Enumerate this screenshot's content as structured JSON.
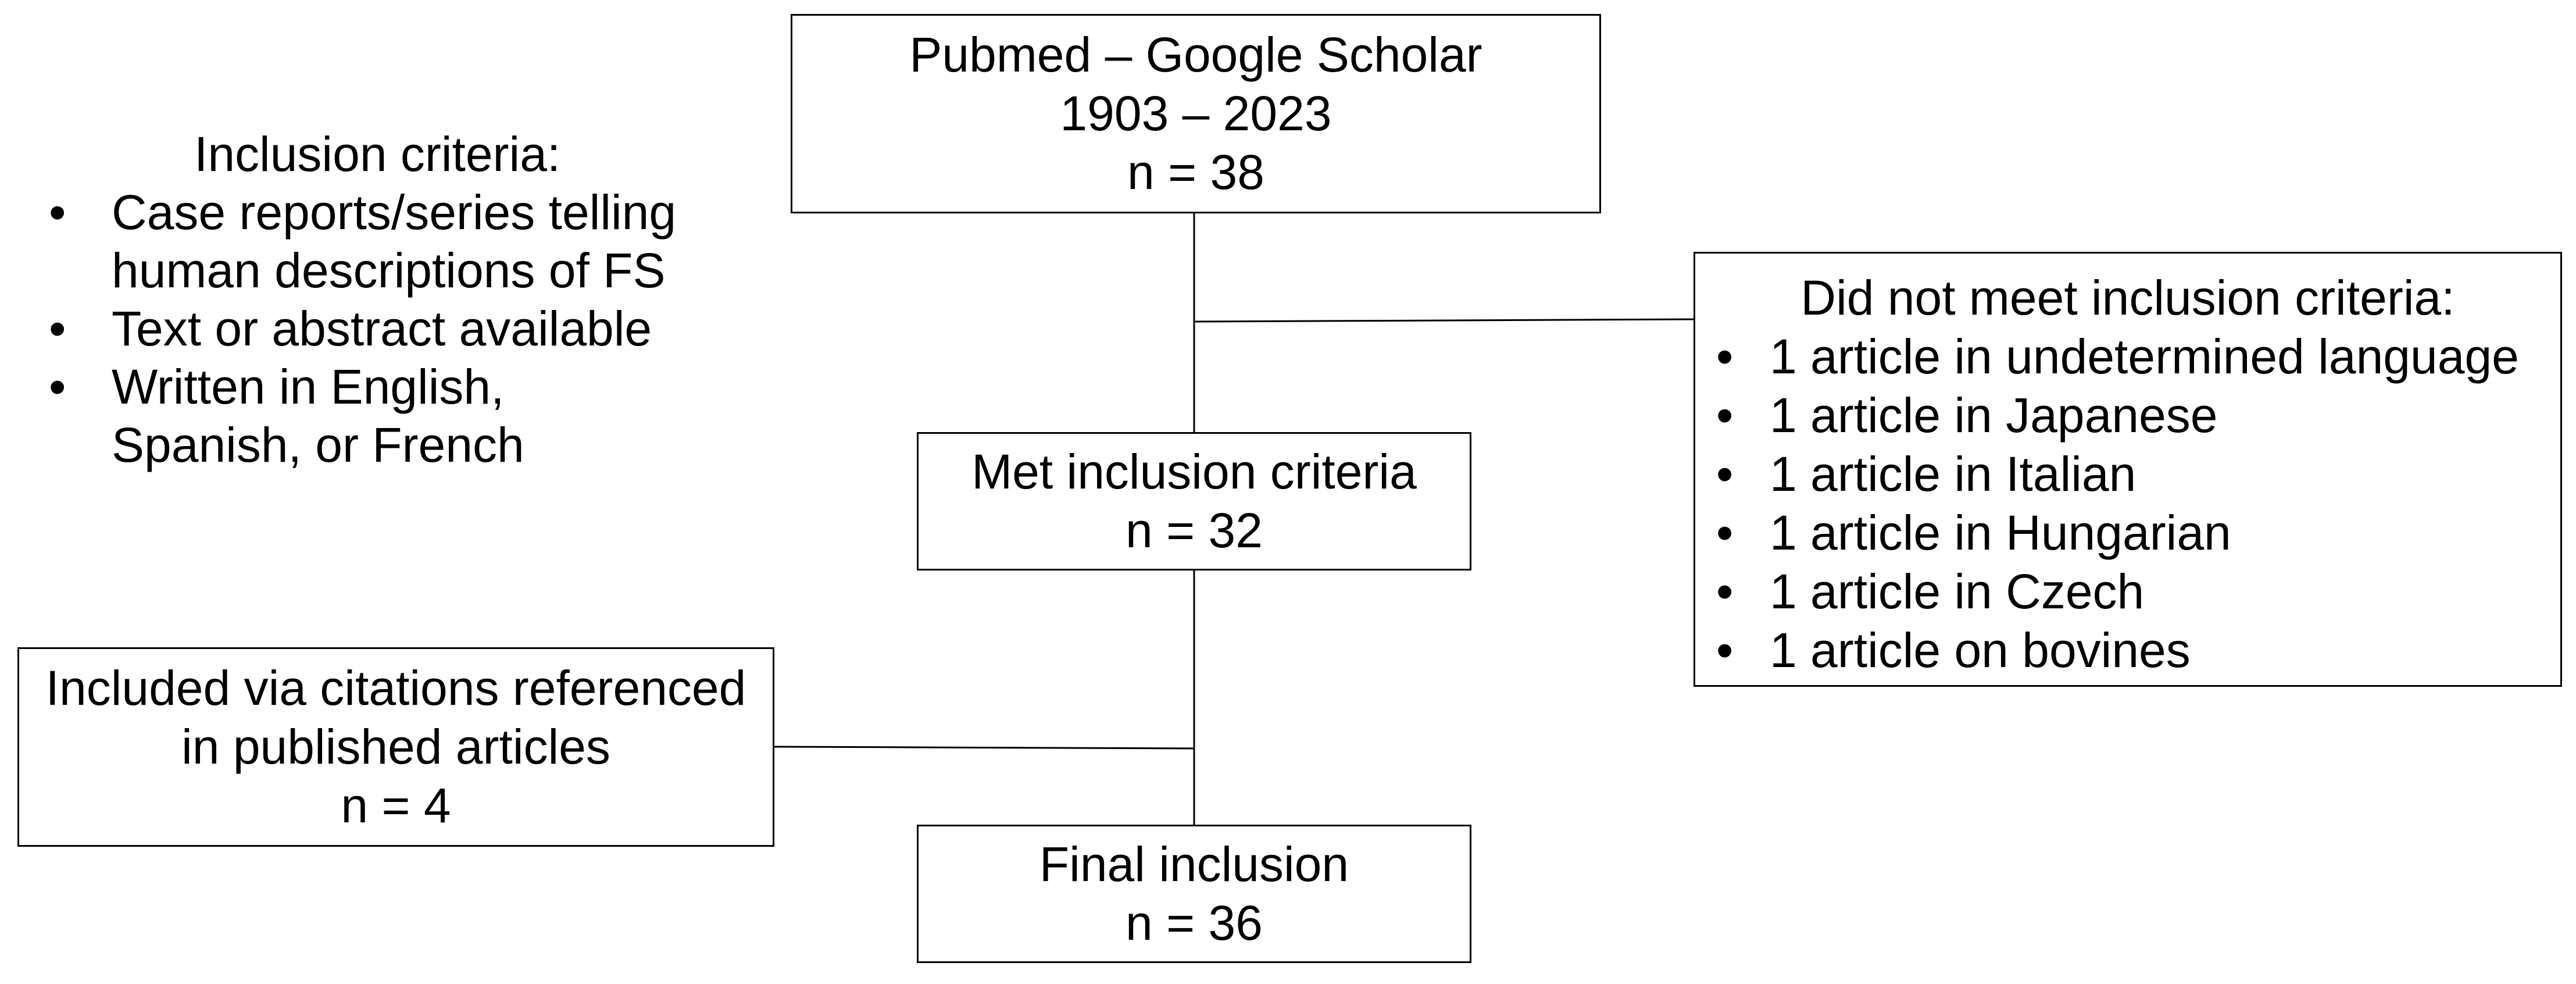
{
  "source_box": {
    "line1": "Pubmed – Google Scholar",
    "line2": "1903 – 2023",
    "count": "n = 38"
  },
  "criteria": {
    "title": "Inclusion criteria:",
    "items": [
      {
        "line1": "Case reports/series telling",
        "line2": "human descriptions of FS"
      },
      {
        "line1": "Text or abstract available",
        "line2": ""
      },
      {
        "line1": "Written in English,",
        "line2": "Spanish, or French"
      }
    ]
  },
  "excluded_box": {
    "title": "Did not meet inclusion criteria:",
    "items": [
      "1 article in undetermined language",
      "1 article in Japanese",
      "1 article in Italian",
      "1 article in Hungarian",
      "1 article in Czech",
      "1 article on bovines"
    ]
  },
  "met_box": {
    "label": "Met inclusion criteria",
    "count": "n = 32"
  },
  "citations_box": {
    "line1": "Included via citations referenced",
    "line2": "in published articles",
    "count": "n = 4"
  },
  "final_box": {
    "label": "Final inclusion",
    "count": "n = 36"
  },
  "bullet_symbol": "•"
}
